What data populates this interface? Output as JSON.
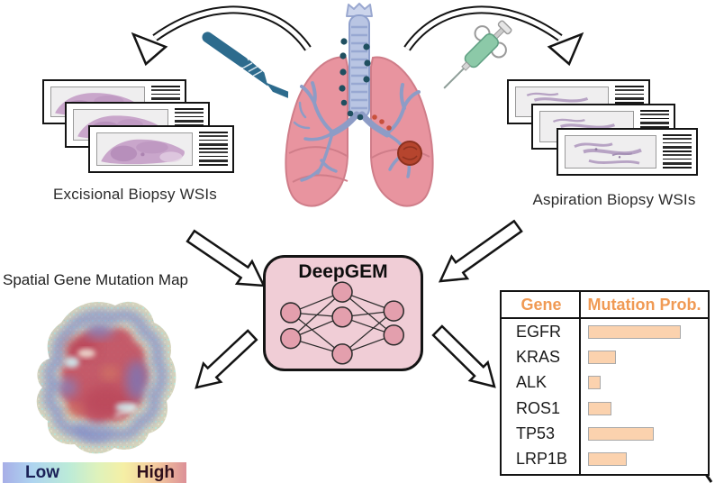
{
  "figure": {
    "excisional_label": "Excisional Biopsy WSIs",
    "aspiration_label": "Aspiration Biopsy WSIs",
    "model_name": "DeepGEM",
    "map_title": "Spatial Gene Mutation Map",
    "colorbar": {
      "low_label": "Low",
      "high_label": "High"
    }
  },
  "table": {
    "gene_header": "Gene",
    "prob_header": "Mutation Prob.",
    "rows": [
      {
        "gene": "EGFR",
        "prob": 0.94
      },
      {
        "gene": "KRAS",
        "prob": 0.28
      },
      {
        "gene": "ALK",
        "prob": 0.13
      },
      {
        "gene": "ROS1",
        "prob": 0.24
      },
      {
        "gene": "TP53",
        "prob": 0.66
      },
      {
        "gene": "LRP1B",
        "prob": 0.39
      }
    ]
  },
  "chart_data": {
    "type": "bar",
    "title": "Mutation Prob.",
    "categories": [
      "EGFR",
      "KRAS",
      "ALK",
      "ROS1",
      "TP53",
      "LRP1B"
    ],
    "values": [
      0.94,
      0.28,
      0.13,
      0.24,
      0.66,
      0.39
    ],
    "xlabel": "Gene",
    "ylabel": "Mutation Prob.",
    "xlim": [
      0,
      1
    ],
    "orientation": "horizontal",
    "note": "Bar lengths estimated relative to column width; no numeric labels shown in figure."
  },
  "colors": {
    "accent_orange": "#F09A54",
    "bar_fill": "#FBD2AE",
    "bar_border": "#A9A9A9",
    "model_box_fill": "#F0CDD6",
    "model_node_fill": "#E39FAD",
    "low_label": "#1B2158",
    "high_label": "#2E0F1C",
    "lung_pink": "#E8949F",
    "airway_blue": "#8D9CC6",
    "scalpel_teal": "#2D6B8D",
    "syringe_green": "#8CC9A8",
    "tumor_red": "#B6452E"
  }
}
